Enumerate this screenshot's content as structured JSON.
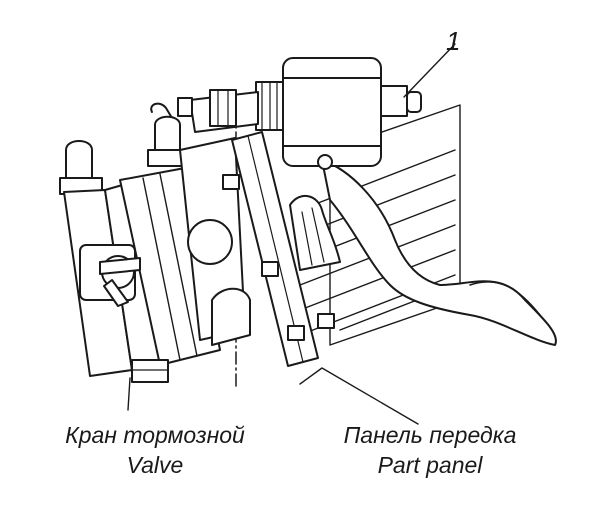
{
  "callout": {
    "number": "1"
  },
  "labels": {
    "valve_ru": "Кран тормозной",
    "valve_en": "Valve",
    "panel_ru": "Панель передка",
    "panel_en": "Part panel"
  }
}
